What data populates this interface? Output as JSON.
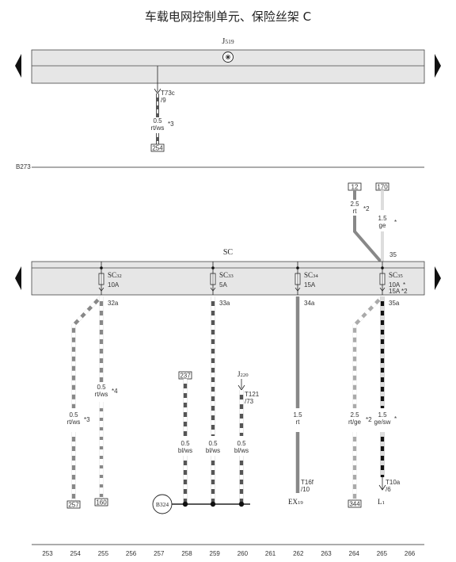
{
  "title": "车载电网控制单元、保险丝架 C",
  "upper_unit": {
    "label": "J519",
    "pin": "T73c\n/9",
    "wire_size": "0.5",
    "wire_color": "rt/ws",
    "note": "*3",
    "terminal": "254"
  },
  "divider_label": "B273",
  "fuse_block": {
    "label": "SC",
    "fuses": [
      {
        "name": "SC32",
        "rating": "10A",
        "out": "32a"
      },
      {
        "name": "SC33",
        "rating": "5A",
        "out": "33a"
      },
      {
        "name": "SC34",
        "rating": "15A",
        "out": "34a"
      },
      {
        "name": "SC35",
        "rating": "10A",
        "rating_note": "*",
        "rating2": "15A",
        "rating2_note": "*2",
        "out": "35a",
        "in": "35"
      }
    ]
  },
  "feeds": [
    {
      "terminal": "12",
      "size": "2.5",
      "color": "rt",
      "note": "*2"
    },
    {
      "terminal": "170",
      "size": "1.5",
      "color": "ge",
      "note": "*"
    }
  ],
  "wires": [
    {
      "size": "0.5",
      "color": "rt/ws",
      "note": "*3",
      "terminal": "257"
    },
    {
      "size": "0.5",
      "color": "rt/ws",
      "note": "*4",
      "terminal": "160"
    },
    {
      "size": "0.5",
      "color": "bl/ws",
      "terminal": "237"
    },
    {
      "size": "0.5",
      "color": "bl/ws"
    },
    {
      "size": "0.5",
      "color": "bl/ws",
      "unit": "J220",
      "pin": "T121\n/73"
    },
    {
      "size": "1.5",
      "color": "rt",
      "pin": "T16f\n/10",
      "unit": "EX19"
    },
    {
      "size": "2.5",
      "color": "rt/ge",
      "note": "*2",
      "terminal": "344"
    },
    {
      "size": "1.5",
      "color": "ge/sw",
      "note": "*",
      "pin": "T10a\n/6",
      "unit": "L1"
    }
  ],
  "ground": "B324",
  "ruler": [
    "253",
    "254",
    "255",
    "256",
    "257",
    "258",
    "259",
    "260",
    "261",
    "262",
    "263",
    "264",
    "265",
    "266"
  ]
}
